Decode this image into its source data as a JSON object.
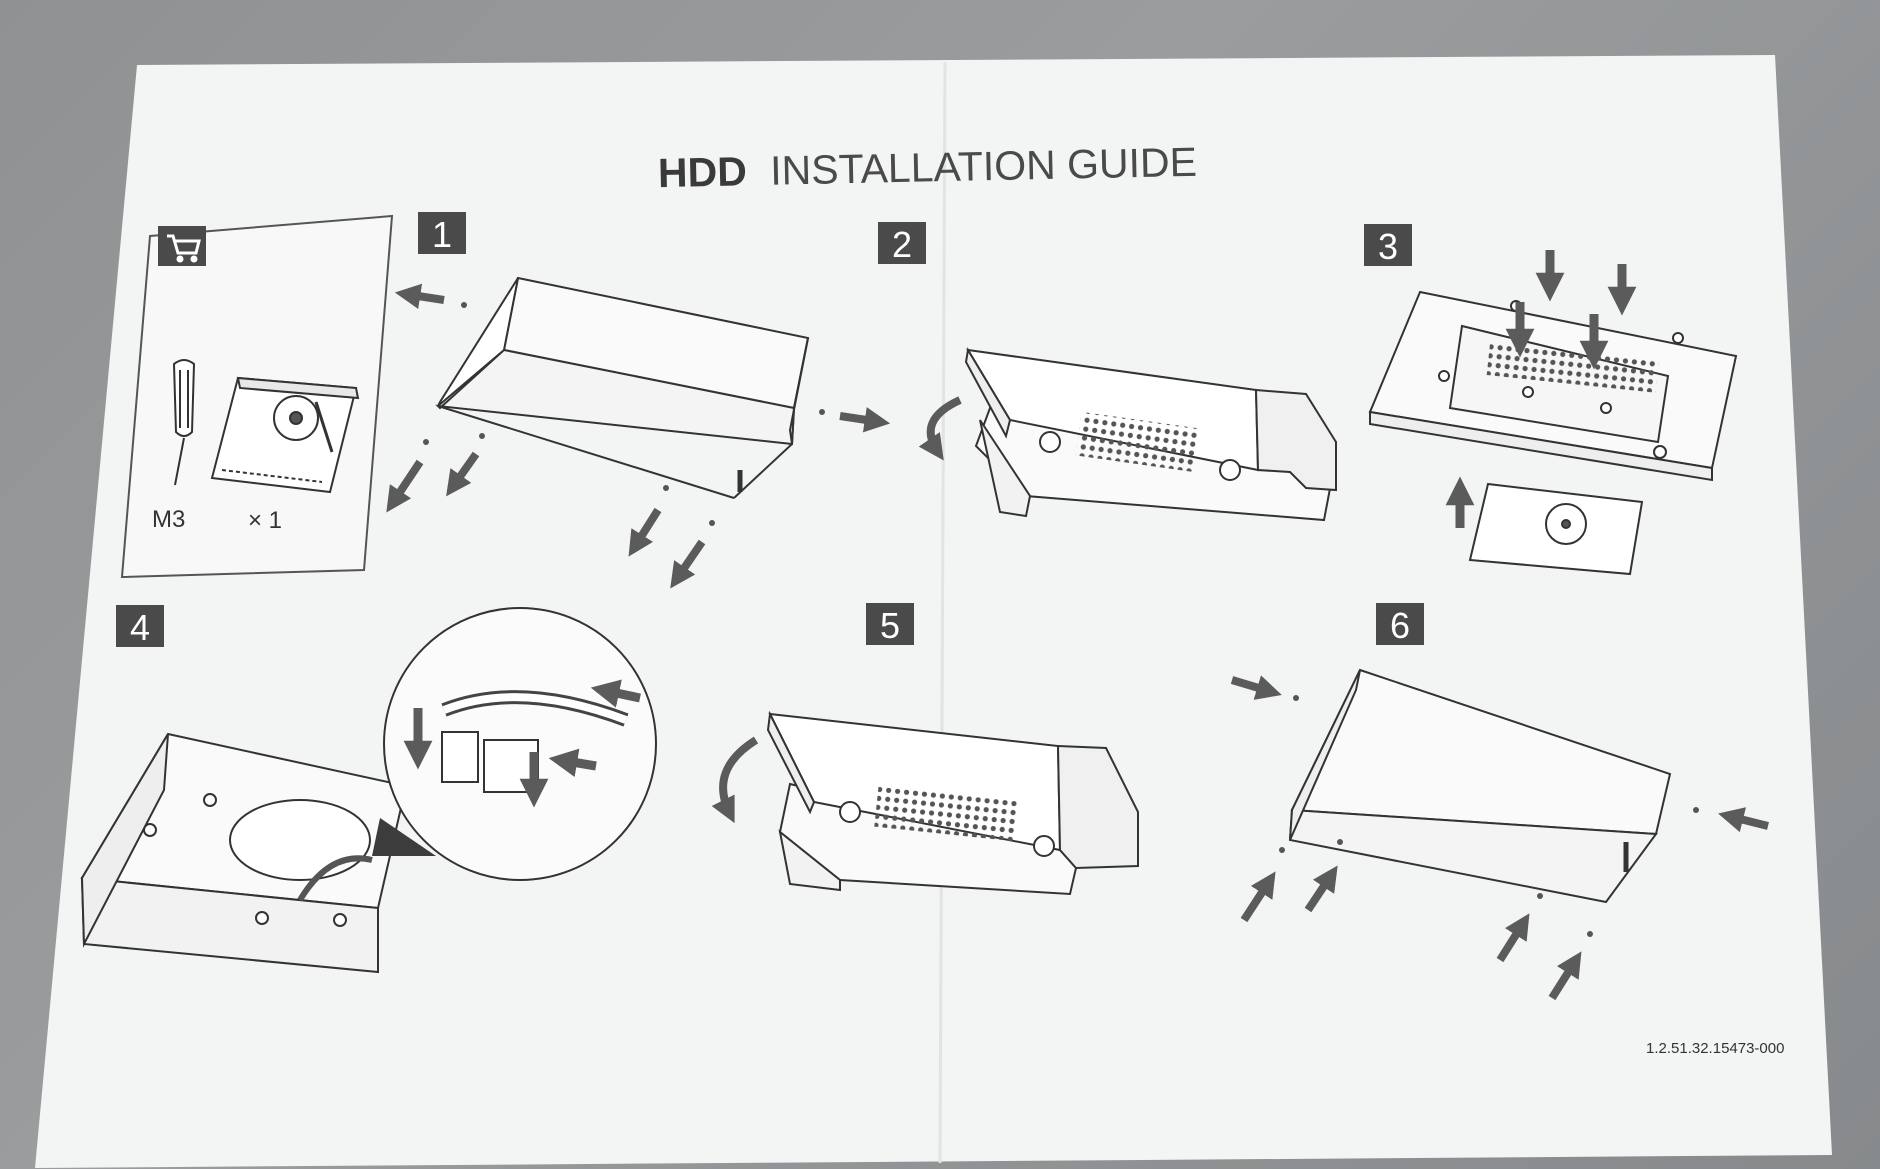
{
  "guide": {
    "title_bold": "HDD",
    "title_rest": "INSTALLATION GUIDE",
    "part_number": "1.2.51.32.15473-000"
  },
  "parts_box": {
    "icon": "cart-icon",
    "screw_label": "M3",
    "hdd_qty": "× 1"
  },
  "steps": [
    {
      "number": "1"
    },
    {
      "number": "2"
    },
    {
      "number": "3"
    },
    {
      "number": "4"
    },
    {
      "number": "5"
    },
    {
      "number": "6"
    }
  ],
  "colors": {
    "paper": "#f4f5f5",
    "line": "#3c3c3c",
    "arrow": "#5b5b5b",
    "badge": "#4a4a4a"
  }
}
